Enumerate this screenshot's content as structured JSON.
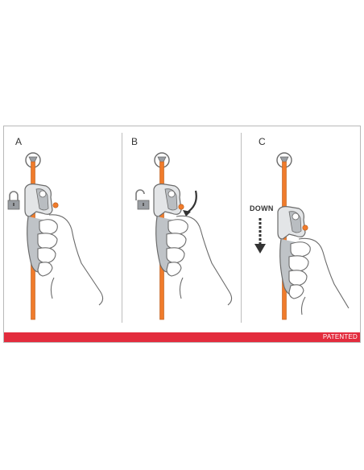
{
  "panels": [
    {
      "letter": "A",
      "lock": "locked-padlock-icon"
    },
    {
      "letter": "B",
      "lock": "unlocked-padlock-icon"
    },
    {
      "letter": "C",
      "label": "DOWN"
    }
  ],
  "banner": {
    "text": "PATENTED"
  },
  "colors": {
    "rope": "#f07b2b",
    "banner": "#e32c3d",
    "device": "#9a9ea3",
    "line": "#6b6b6b"
  }
}
